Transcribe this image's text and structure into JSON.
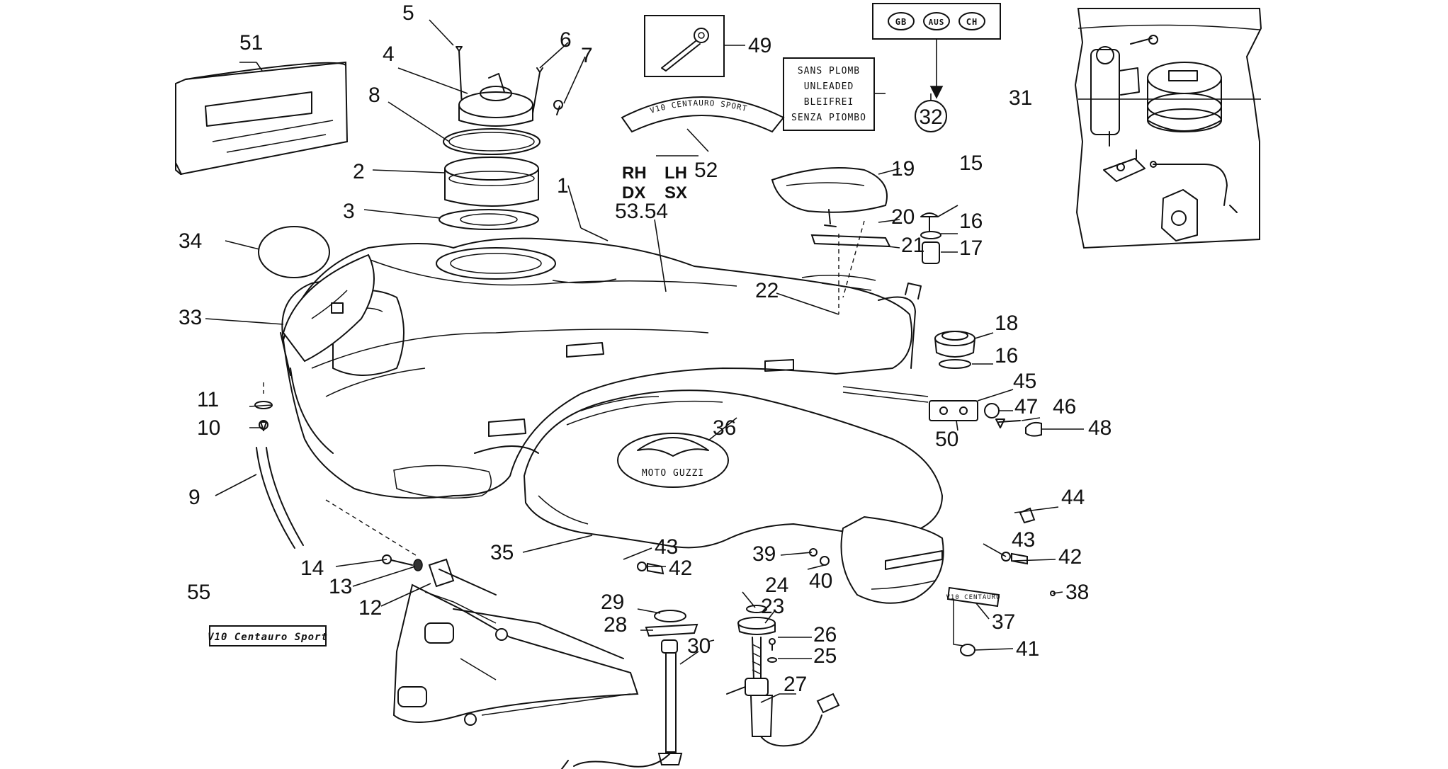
{
  "callouts": [
    {
      "n": "1"
    },
    {
      "n": "2"
    },
    {
      "n": "3"
    },
    {
      "n": "4"
    },
    {
      "n": "5"
    },
    {
      "n": "6"
    },
    {
      "n": "7"
    },
    {
      "n": "8"
    },
    {
      "n": "9"
    },
    {
      "n": "10"
    },
    {
      "n": "11"
    },
    {
      "n": "12"
    },
    {
      "n": "13"
    },
    {
      "n": "14"
    },
    {
      "n": "15"
    },
    {
      "n": "16"
    },
    {
      "n": "16"
    },
    {
      "n": "17"
    },
    {
      "n": "18"
    },
    {
      "n": "19"
    },
    {
      "n": "20"
    },
    {
      "n": "21"
    },
    {
      "n": "22"
    },
    {
      "n": "23"
    },
    {
      "n": "24"
    },
    {
      "n": "25"
    },
    {
      "n": "26"
    },
    {
      "n": "27"
    },
    {
      "n": "28"
    },
    {
      "n": "29"
    },
    {
      "n": "30"
    },
    {
      "n": "31"
    },
    {
      "n": "33"
    },
    {
      "n": "34"
    },
    {
      "n": "35"
    },
    {
      "n": "36"
    },
    {
      "n": "37"
    },
    {
      "n": "38"
    },
    {
      "n": "39"
    },
    {
      "n": "40"
    },
    {
      "n": "41"
    },
    {
      "n": "42"
    },
    {
      "n": "42"
    },
    {
      "n": "43"
    },
    {
      "n": "43"
    },
    {
      "n": "44"
    },
    {
      "n": "45"
    },
    {
      "n": "46"
    },
    {
      "n": "47"
    },
    {
      "n": "48"
    },
    {
      "n": "49"
    },
    {
      "n": "50"
    },
    {
      "n": "51"
    },
    {
      "n": "52"
    },
    {
      "n": "53.54"
    },
    {
      "n": "55"
    }
  ],
  "label_32": "32",
  "side_labels": {
    "rh": "RH",
    "lh": "LH",
    "dx": "DX",
    "sx": "SX"
  },
  "fuel_label_lines": [
    "SANS PLOMB",
    "UNLEADED",
    "BLEIFREI",
    "SENZA PIOMBO"
  ],
  "country_badges": [
    "GB",
    "AUS",
    "CH"
  ],
  "model_badge": "V10 Centauro Sport",
  "tank_logo_text": "MOTO GUZZI",
  "arc_decal_text": "V10 CENTAURO SPORT",
  "side_badge_text": "V10 CENTAURO"
}
